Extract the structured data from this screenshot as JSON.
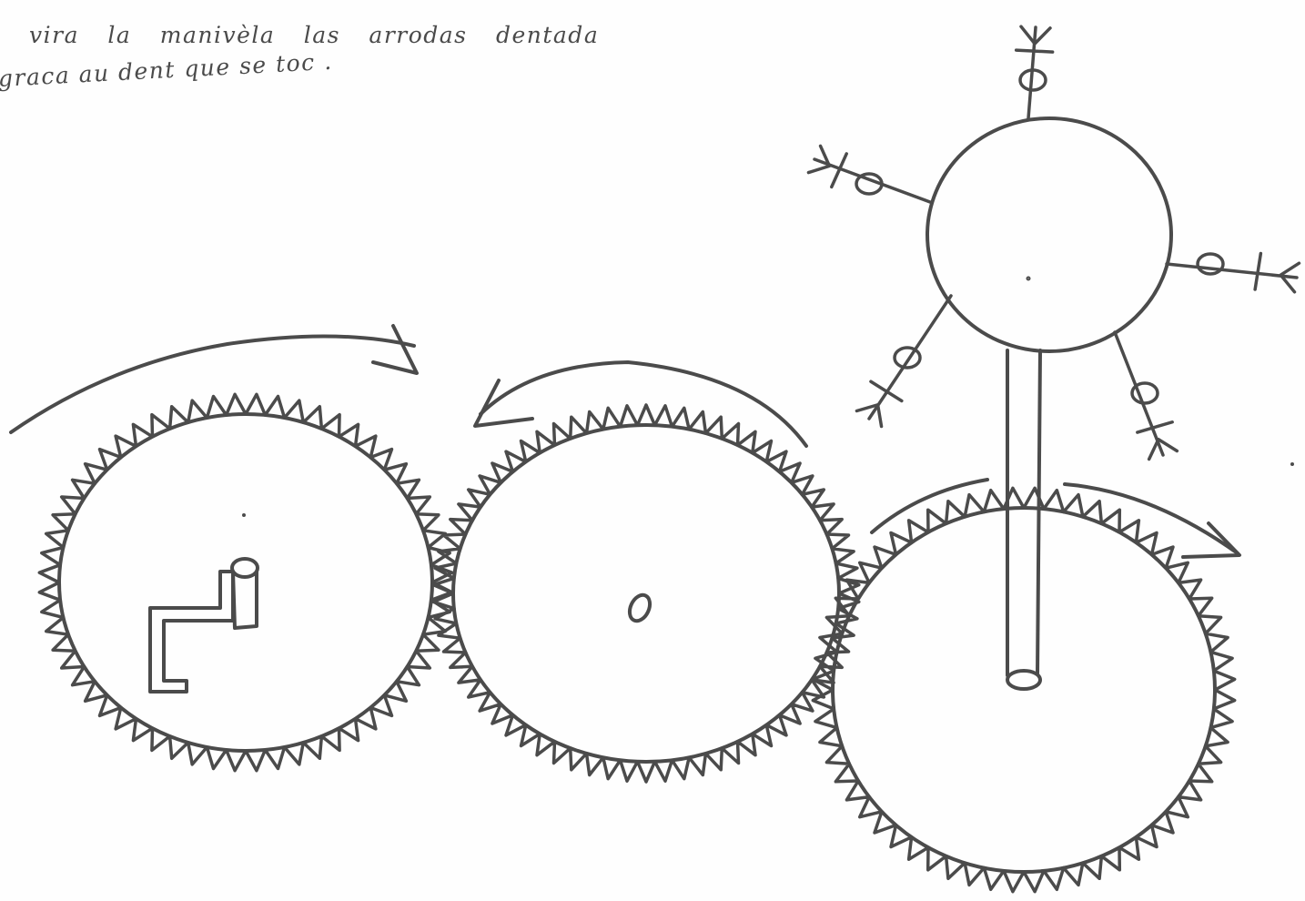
{
  "caption": {
    "line1": "vira la manivèla las arrodas dentada",
    "line2": "graca au dent que se toc ."
  },
  "colors": {
    "pencil": "#4b4b4b",
    "paper": "#fefefe"
  },
  "gears": [
    {
      "name": "crank-gear",
      "teeth": 60,
      "has_crank": true
    },
    {
      "name": "middle-gear",
      "teeth": 70,
      "has_crank": false
    },
    {
      "name": "right-gear",
      "teeth": 60,
      "has_crank": false
    }
  ],
  "wheel": {
    "spokes": 5
  }
}
